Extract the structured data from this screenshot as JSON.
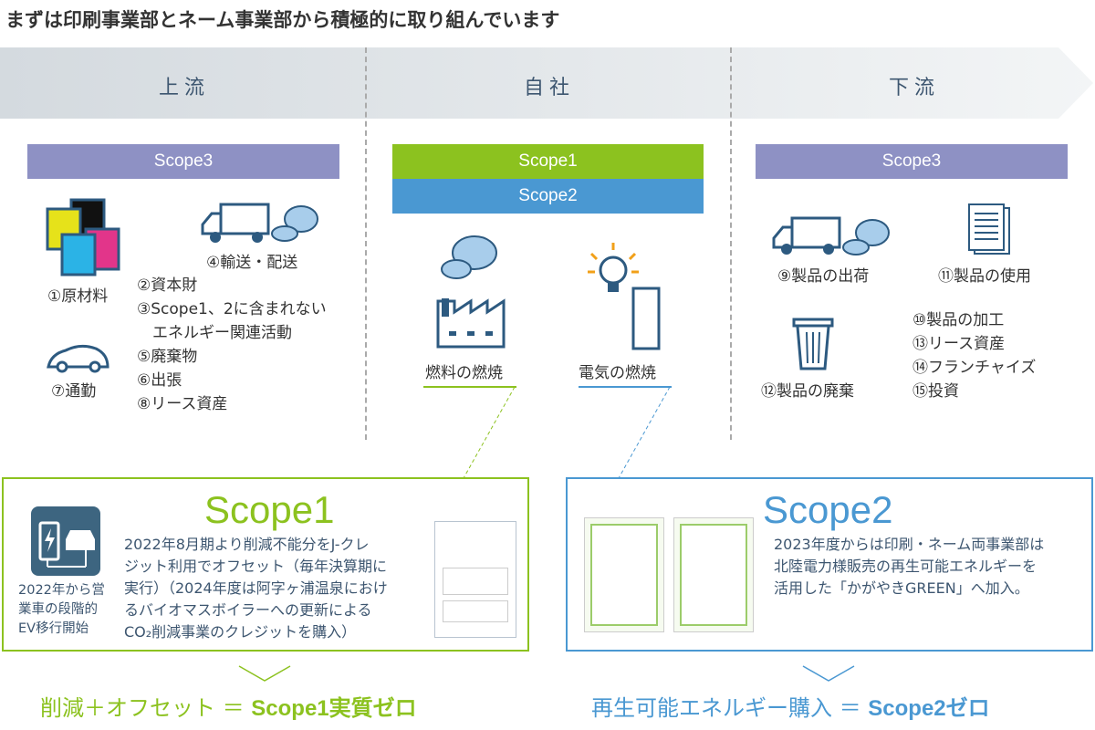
{
  "title": "まずは印刷事業部とネーム事業部から積極的に取り組んでいます",
  "stages": {
    "upstream": "上流",
    "own": "自社",
    "downstream": "下流"
  },
  "scopes": {
    "scope1": "Scope1",
    "scope2": "Scope2",
    "scope3": "Scope3"
  },
  "upstream": {
    "raw": "①原材料",
    "transport": "④輸送・配送",
    "commute": "⑦通勤",
    "items": [
      "②資本財",
      "③Scope1、2に含まれない",
      "　エネルギー関連活動",
      "⑤廃棄物",
      "⑥出張",
      "⑧リース資産"
    ]
  },
  "own": {
    "fuel": "燃料の燃焼",
    "electric": "電気の燃焼"
  },
  "downstream": {
    "ship": "⑨製品の出荷",
    "use": "⑪製品の使用",
    "disposal": "⑫製品の廃棄",
    "items": [
      "⑩製品の加工",
      "⑬リース資産",
      "⑭フランチャイズ",
      "⑮投資"
    ]
  },
  "scope1_box": {
    "heading": "Scope1",
    "ev_caption": [
      "2022年から営",
      "業車の段階的",
      "EV移行開始"
    ],
    "text": [
      "2022年8月期より削減不能分をJ-クレ",
      "ジット利用でオフセット（毎年決算期に",
      "実行）（2024年度は阿字ヶ浦温泉におけ",
      "るバイオマスボイラーへの更新による",
      "CO₂削減事業のクレジットを購入）"
    ]
  },
  "scope2_box": {
    "heading": "Scope2",
    "text": [
      "2023年度からは印刷・ネーム両事業部は",
      "北陸電力様販売の再生可能エネルギーを",
      "活用した「かがやきGREEN」へ加入。"
    ]
  },
  "result1": {
    "prefix": "削減＋オフセット ＝ ",
    "bold": "Scope1実質ゼロ"
  },
  "result2": {
    "prefix": "再生可能エネルギー購入 ＝ ",
    "bold": "Scope2ゼロ"
  },
  "colors": {
    "purple": "#8e91c4",
    "green": "#8cc21f",
    "blue": "#4a98d2",
    "navy": "#2d5a80"
  }
}
